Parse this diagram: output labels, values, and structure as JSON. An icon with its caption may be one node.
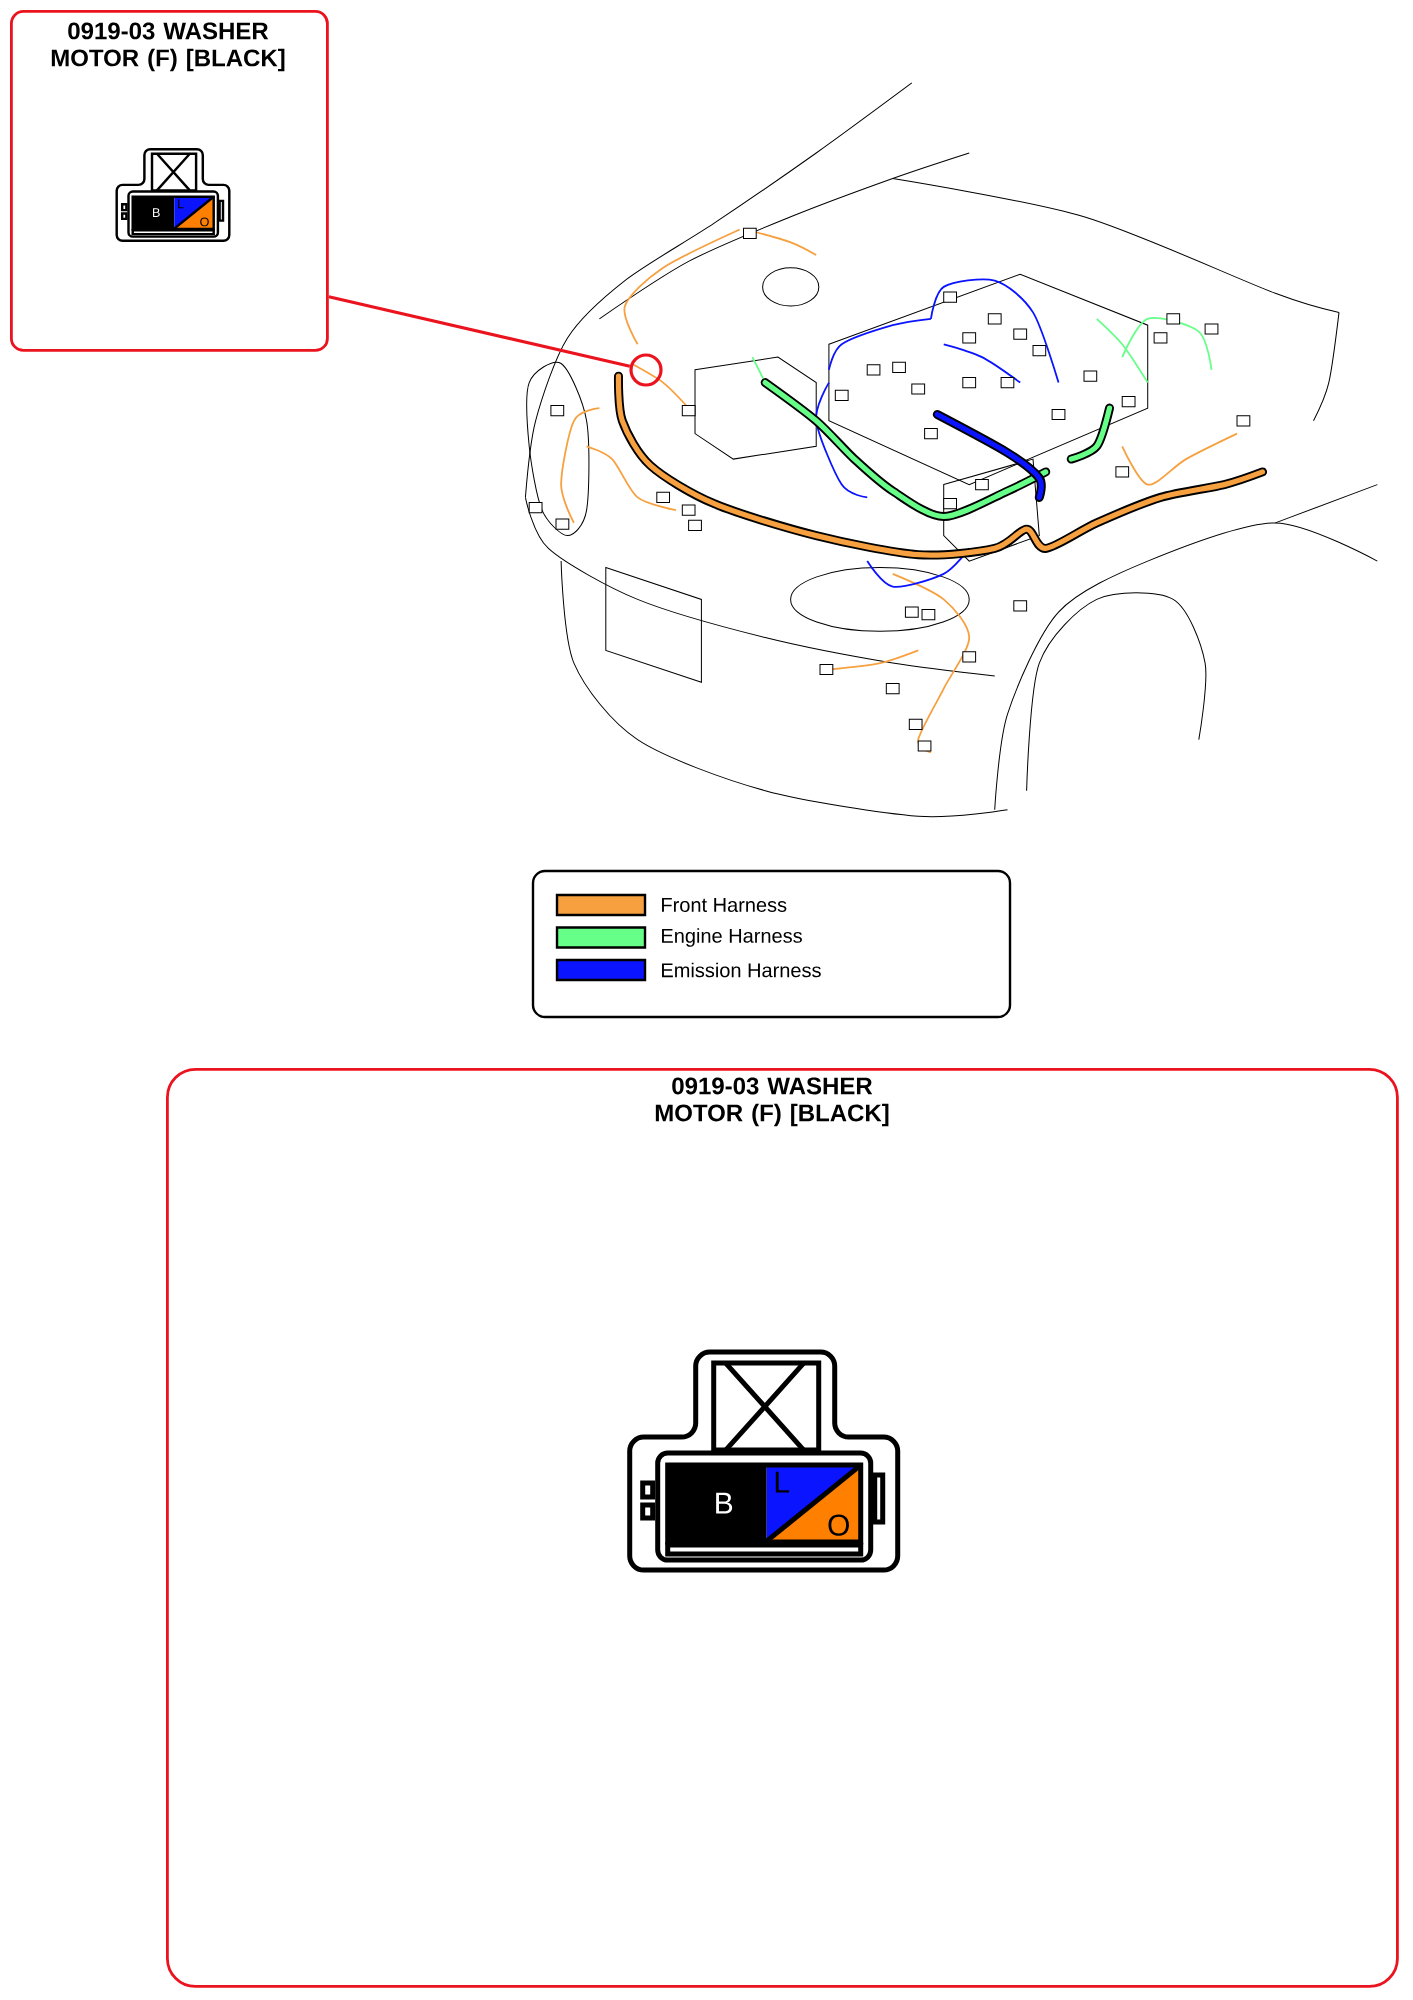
{
  "diagram": {
    "nodes": [
      {
        "text": [
          "0919-03 WASHER MOTOR (F) [BLACK]"
        ]
      },
      {
        "text": [
          "B",
          "L",
          "O"
        ],
        "in": 0
      },
      {
        "text": [],
        "shape": "circle"
      },
      {
        "text": [
          "0919-03 WASHER MOTOR (F) [BLACK]"
        ]
      },
      {
        "text": [
          "B",
          "L",
          "O"
        ],
        "in": 3
      }
    ],
    "edges": [
      {
        "from": 0,
        "to": 2,
        "arrow": "none"
      }
    ],
    "legend": [
      {
        "text": "Front Harness",
        "color": "#f7a040"
      },
      {
        "text": "Engine Harness",
        "color": "#66ff88"
      },
      {
        "text": "Emission Harness",
        "color": "#0a14ff"
      }
    ]
  }
}
